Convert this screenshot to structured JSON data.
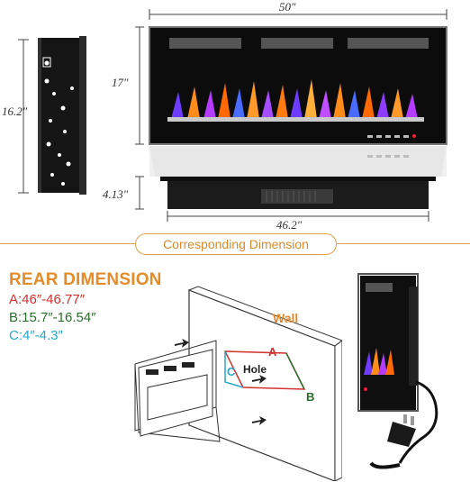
{
  "dimensions": {
    "width_top": "50″",
    "height_front": "17″",
    "height_side": "16.2″",
    "depth_base": "4.13″",
    "width_base": "46.2″"
  },
  "banner": {
    "text": "Corresponding Dimension"
  },
  "rear": {
    "title": "REAR DIMENSION",
    "specs": [
      {
        "text": "A:46″-46.77″",
        "color": "#d0312d"
      },
      {
        "text": "B:15.7″-16.54″",
        "color": "#2b6e2b"
      },
      {
        "text": "C:4″-4.3″",
        "color": "#2aa7c9"
      }
    ]
  },
  "diagram": {
    "wall_label": "Wall",
    "hole_label": "Hole",
    "label_a": "A",
    "label_b": "B",
    "label_c": "C"
  }
}
